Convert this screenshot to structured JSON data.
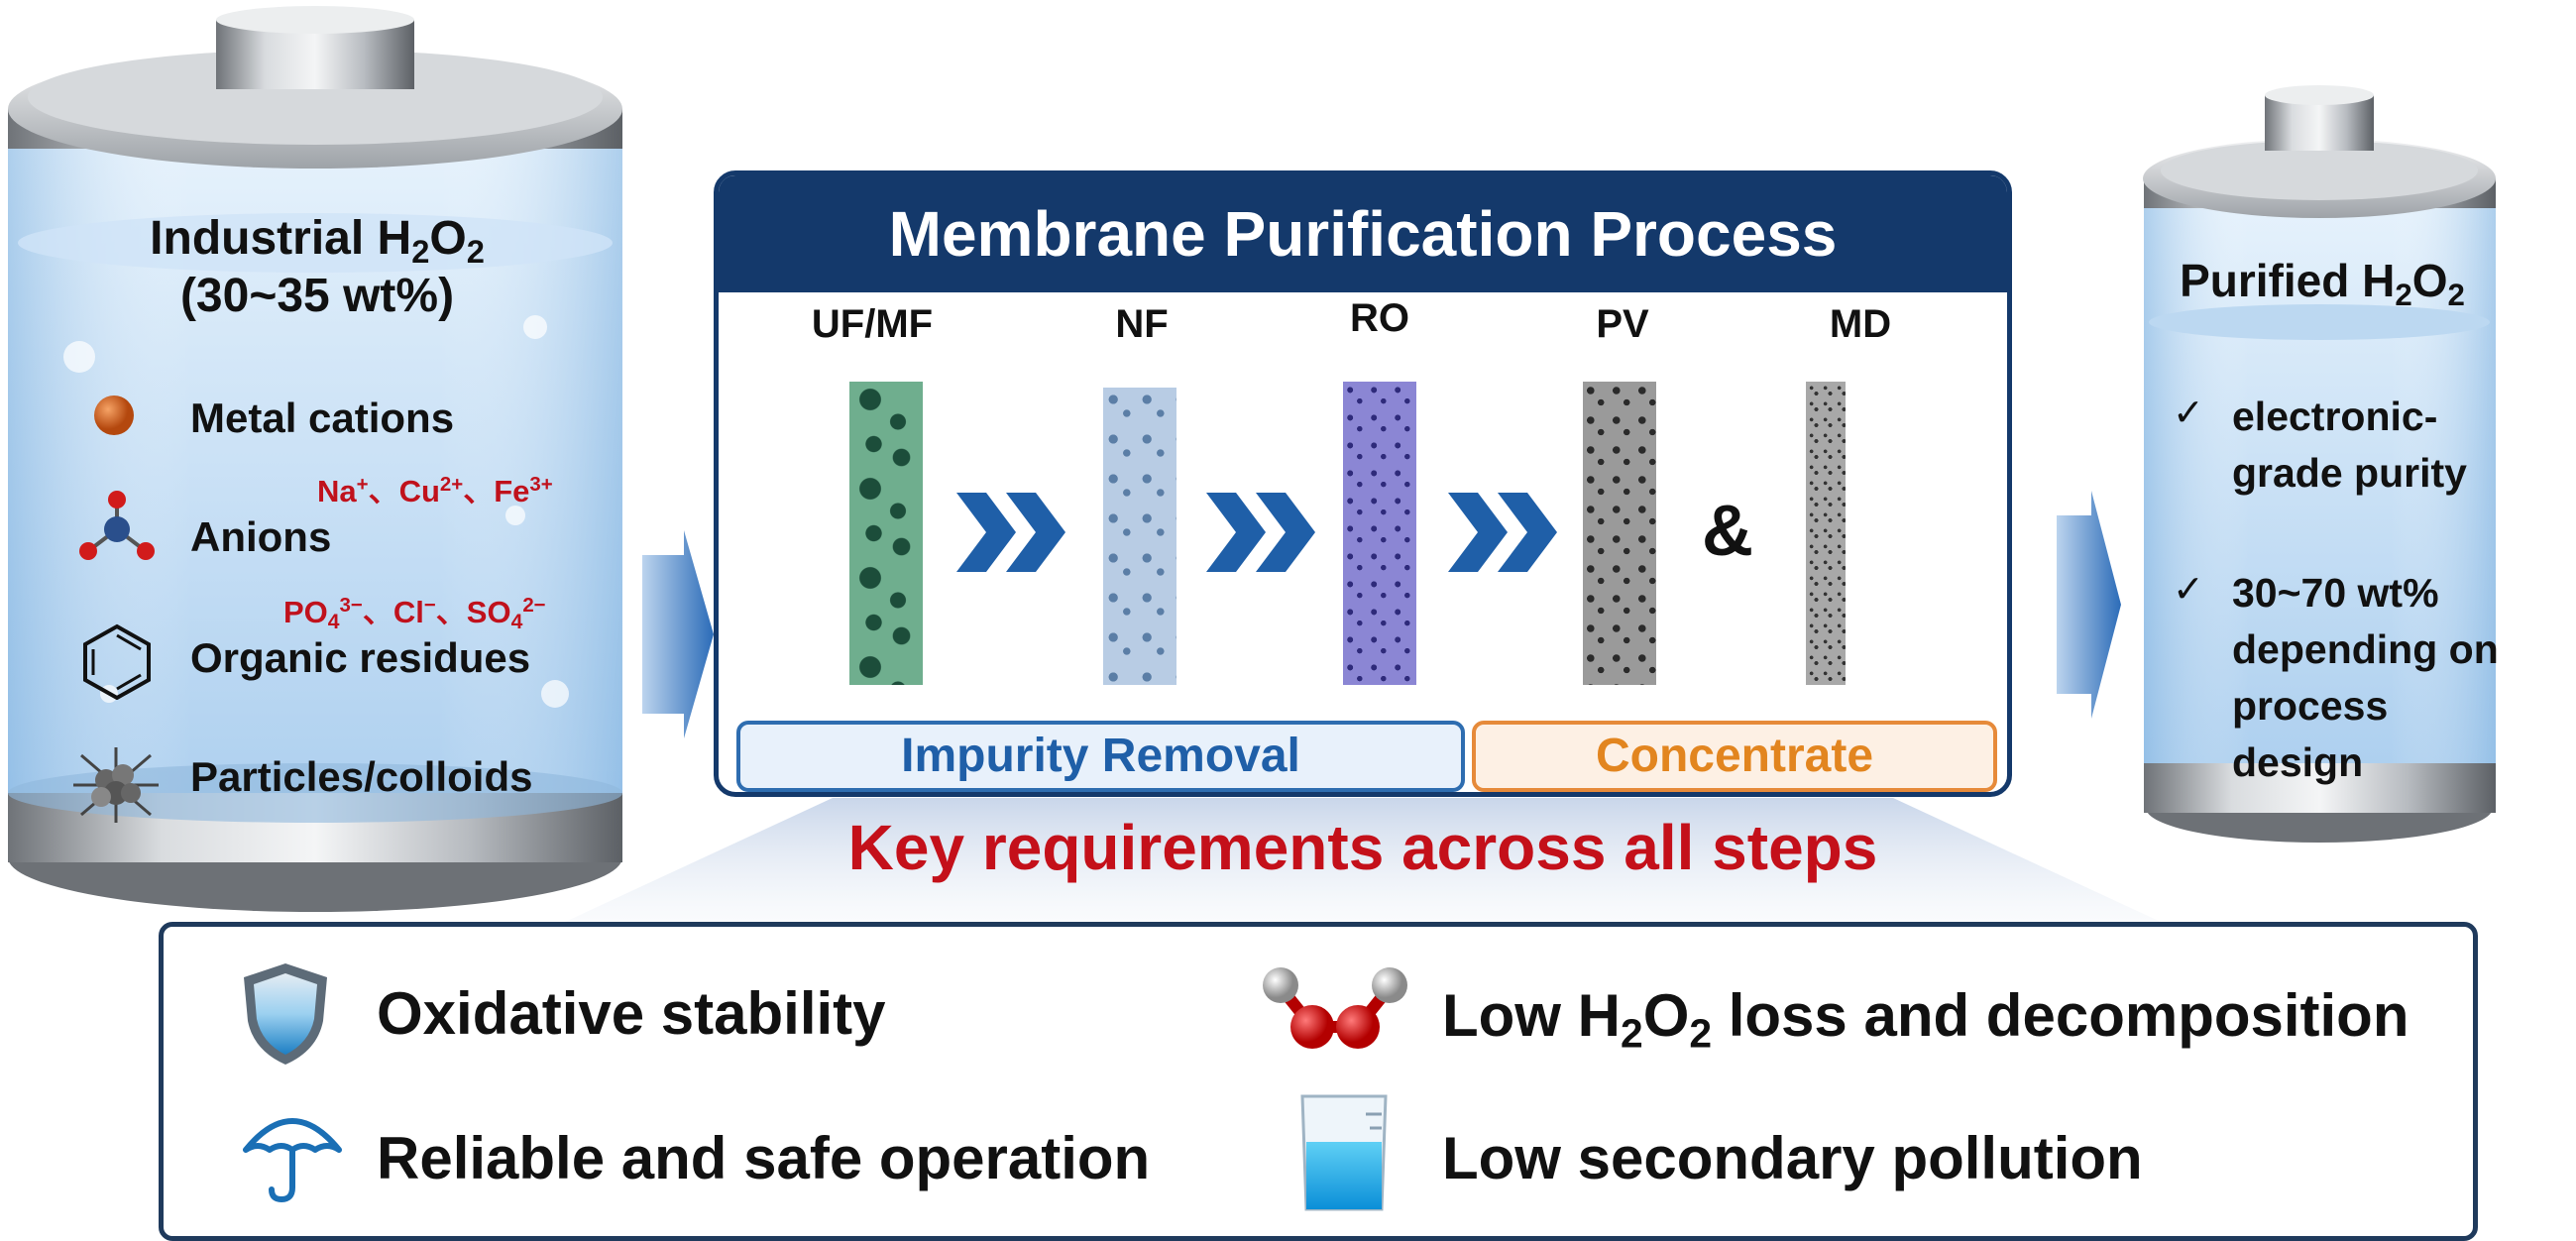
{
  "source_tank": {
    "title_prefix": "Industrial H",
    "title_sub1": "2",
    "title_mid": "O",
    "title_sub2": "2",
    "concentration": "(30~35 wt%)",
    "impurities": [
      {
        "label": "Metal cations",
        "icon": "orange-sphere-icon"
      },
      {
        "label": "Anions",
        "icon": "molecule-icon"
      },
      {
        "label": "Organic residues",
        "icon": "benzene-ring-icon"
      },
      {
        "label": "Particles/colloids",
        "icon": "colloid-cluster-icon"
      }
    ],
    "cations": {
      "na": "Na",
      "na_sup": "+",
      "sep1": "、",
      "cu": "Cu",
      "cu_sup": "2+",
      "sep2": "、",
      "fe": "Fe",
      "fe_sup": "3+"
    },
    "anions": {
      "po": "PO",
      "po_sub": "4",
      "po_sup": "3−",
      "sep1": "、",
      "cl": "Cl",
      "cl_sup": "−",
      "sep2": "、",
      "so": "SO",
      "so_sub": "4",
      "so_sup": "2−"
    }
  },
  "process": {
    "title": "Membrane Purification Process",
    "steps": [
      {
        "label": "UF/MF"
      },
      {
        "label": "NF"
      },
      {
        "label": "RO"
      },
      {
        "label": "PV"
      },
      {
        "label": "MD"
      }
    ],
    "arrow_icon": "double-chevron-icon",
    "ampersand": "&",
    "stage_impurity": "Impurity Removal",
    "stage_concentrate": "Concentrate"
  },
  "key_requirements": {
    "title": "Key requirements across all steps",
    "items": [
      {
        "label": "Oxidative stability",
        "icon": "shield-icon"
      },
      {
        "prefix": "Low H",
        "sub1": "2",
        "mid": "O",
        "sub2": "2",
        "suffix": " loss and decomposition",
        "icon": "h2o2-molecule-icon"
      },
      {
        "label": "Reliable and safe operation",
        "icon": "umbrella-icon"
      },
      {
        "label": "Low secondary pollution",
        "icon": "beaker-icon"
      }
    ]
  },
  "product_tank": {
    "title_prefix": "Purified H",
    "title_sub1": "2",
    "title_mid": "O",
    "title_sub2": "2",
    "check_mark": "✓",
    "items": [
      {
        "lines": [
          "electronic-",
          "grade purity"
        ]
      },
      {
        "lines": [
          "30~70 wt%",
          "depending on",
          "process",
          "design"
        ]
      }
    ]
  },
  "colors": {
    "navy": "#14396b",
    "red_title": "#c4101a",
    "impurity_blue": "#1f5fa8",
    "concentrate_orange": "#e2851f",
    "arrow_blue": "#2c6cb8"
  }
}
